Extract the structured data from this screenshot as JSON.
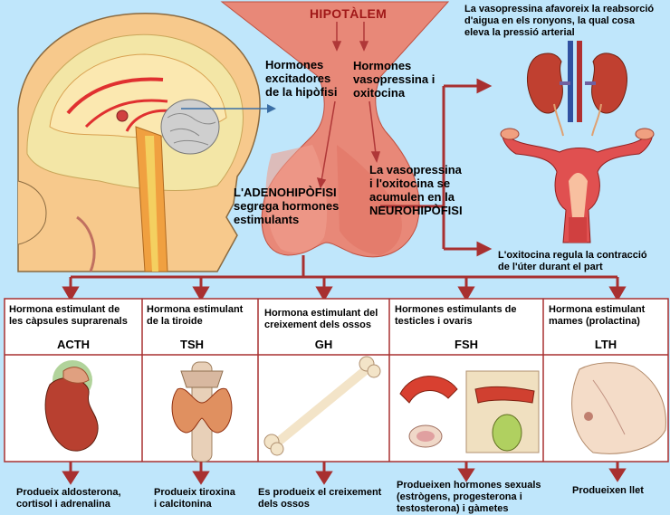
{
  "hypothalamus_title": "HIPOTÀLEM",
  "hypothalamus_left_text": "Hormones\nexcitadores\nde la hipòfisi",
  "hypothalamus_right_text": "Hormones\nvasopressina i\noxitocina",
  "adenohypophysis_text": "L'ADENOHIPÒFISI\nsegrega hormones\nestimulants",
  "neurohypophysis_text": "La vasopressina\ni l'oxitocina se\nacumulen en la\nNEUROHIPÒFISI",
  "vasopressin_note": "La vasopressina afavoreix la reabsorció\nd'aigua en els ronyons, la qual cosa\neleva la pressió arterial",
  "oxytocin_note": "L'oxitocina regula la contracció\nde l'úter durant el part",
  "columns": [
    {
      "header": "Hormona estimulant de\nles càpsules suprarenals",
      "code": "ACTH",
      "organ_icon": "adrenal-kidney-icon",
      "effect": "Produeix aldosterona,\ncortisol i adrenalina"
    },
    {
      "header": "Hormona estimulant\nde la tiroide",
      "code": "TSH",
      "organ_icon": "thyroid-icon",
      "effect": "Produeix tiroxina\ni calcitonina"
    },
    {
      "header": "Hormona estimulant del\ncreixement dels ossos",
      "code": "GH",
      "organ_icon": "bone-icon",
      "effect": "Es produeix el creixement\ndels ossos"
    },
    {
      "header": "Hormones estimulants de\ntesticles i ovaris",
      "code": "FSH",
      "organ_icon": "gonads-icon",
      "effect": "Produeixen hormones sexuals\n(estrògens, progesterona i\ntestosterona) i gàmetes"
    },
    {
      "header": "Hormona estimulant\nmames (prolactina)",
      "code": "LTH",
      "organ_icon": "breast-icon",
      "effect": "Produeixen llet"
    }
  ],
  "colors": {
    "background": "#bfe6fb",
    "arrow": "#a83030",
    "pituitary": "#e88878",
    "table_border": "#a83030",
    "table_fill": "#ffffff"
  }
}
